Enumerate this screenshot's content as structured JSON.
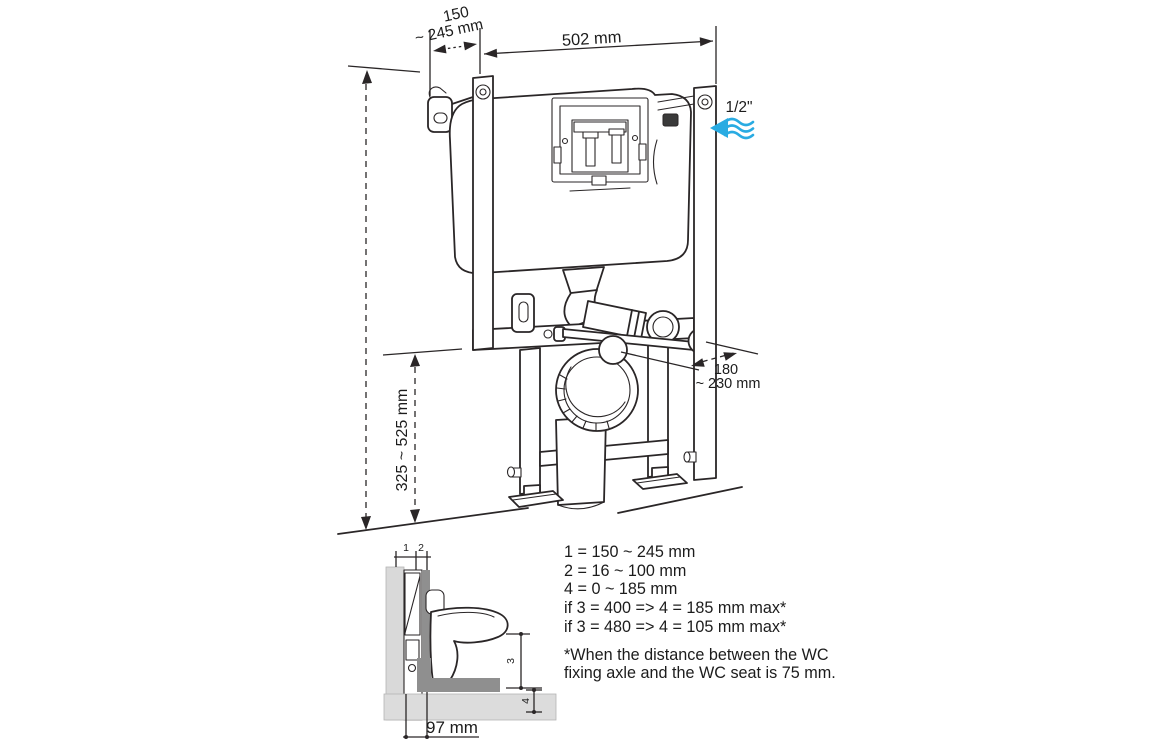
{
  "main_drawing": {
    "description": "Concealed WC cistern support frame, front isometric technical drawing",
    "dims": {
      "bracket_range_line1": "150",
      "bracket_range_line2": "~ 245 mm",
      "frame_width": "502 mm",
      "water_inlet_size": "1/2\"",
      "axle_spacing_line1": "180",
      "axle_spacing_line2": "~ 230 mm",
      "leg_height_range": "325 ~ 525 mm"
    }
  },
  "side_view": {
    "description": "Wall-hung WC side cross-section",
    "dim1_label": "1",
    "dim2_label": "2",
    "dim3_label": "3",
    "dim4_label": "4",
    "frame_depth": "97 mm"
  },
  "legend": {
    "lines": [
      "1 = 150 ~ 245 mm",
      "2 = 16 ~ 100 mm",
      "4 = 0 ~ 185 mm",
      "if 3 = 400 => 4 = 185 mm max*",
      "if 3 = 480 => 4 = 105 mm max*"
    ],
    "footnote": [
      "*When the distance between the WC",
      "fixing axle and the WC seat is 75 mm."
    ]
  },
  "colors": {
    "line": "#2a2627",
    "water_arrow_blue": "#29abe2",
    "wall_light_gray": "#d9d9d9",
    "wall_dark_gray": "#8f8f8f",
    "floor_gray": "#dcdcdc"
  }
}
